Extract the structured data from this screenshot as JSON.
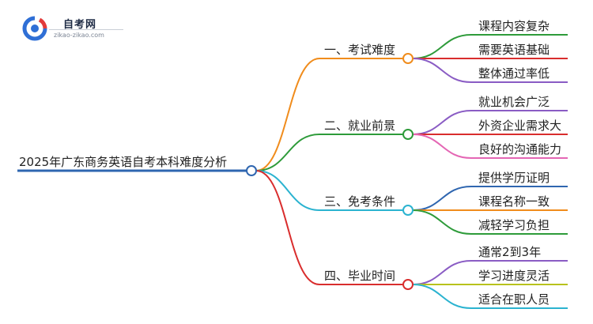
{
  "logo": {
    "name": "自考网",
    "url": "zikao-zikao.com",
    "colors": {
      "blue": "#2f6fd6",
      "red": "#e23b3b"
    }
  },
  "mindmap": {
    "root": {
      "label": "2025年广东商务英语自考本科难度分析",
      "color": "#2f66b0"
    },
    "branches": [
      {
        "label": "一、考试难度",
        "color": "#f08c1c",
        "leaves": [
          {
            "label": "课程内容复杂",
            "color": "#2e9b3a"
          },
          {
            "label": "需要英语基础",
            "color": "#d92d2d"
          },
          {
            "label": "整体通过率低",
            "color": "#8a5cc4"
          }
        ]
      },
      {
        "label": "二、就业前景",
        "color": "#2e9b3a",
        "leaves": [
          {
            "label": "就业机会广泛",
            "color": "#8a5cc4"
          },
          {
            "label": "外资企业需求大",
            "color": "#d92d2d"
          },
          {
            "label": "良好的沟通能力",
            "color": "#e466b4"
          }
        ]
      },
      {
        "label": "三、免考条件",
        "color": "#2bb3d0",
        "leaves": [
          {
            "label": "提供学历证明",
            "color": "#2f66b0"
          },
          {
            "label": "课程名称一致",
            "color": "#f08c1c"
          },
          {
            "label": "减轻学习负担",
            "color": "#2e9b3a"
          }
        ]
      },
      {
        "label": "四、毕业时间",
        "color": "#d92d2d",
        "leaves": [
          {
            "label": "通常2到3年",
            "color": "#8a5cc4"
          },
          {
            "label": "学习进度灵活",
            "color": "#b8c21c"
          },
          {
            "label": "适合在职人员",
            "color": "#2bb3d0"
          }
        ]
      }
    ]
  }
}
